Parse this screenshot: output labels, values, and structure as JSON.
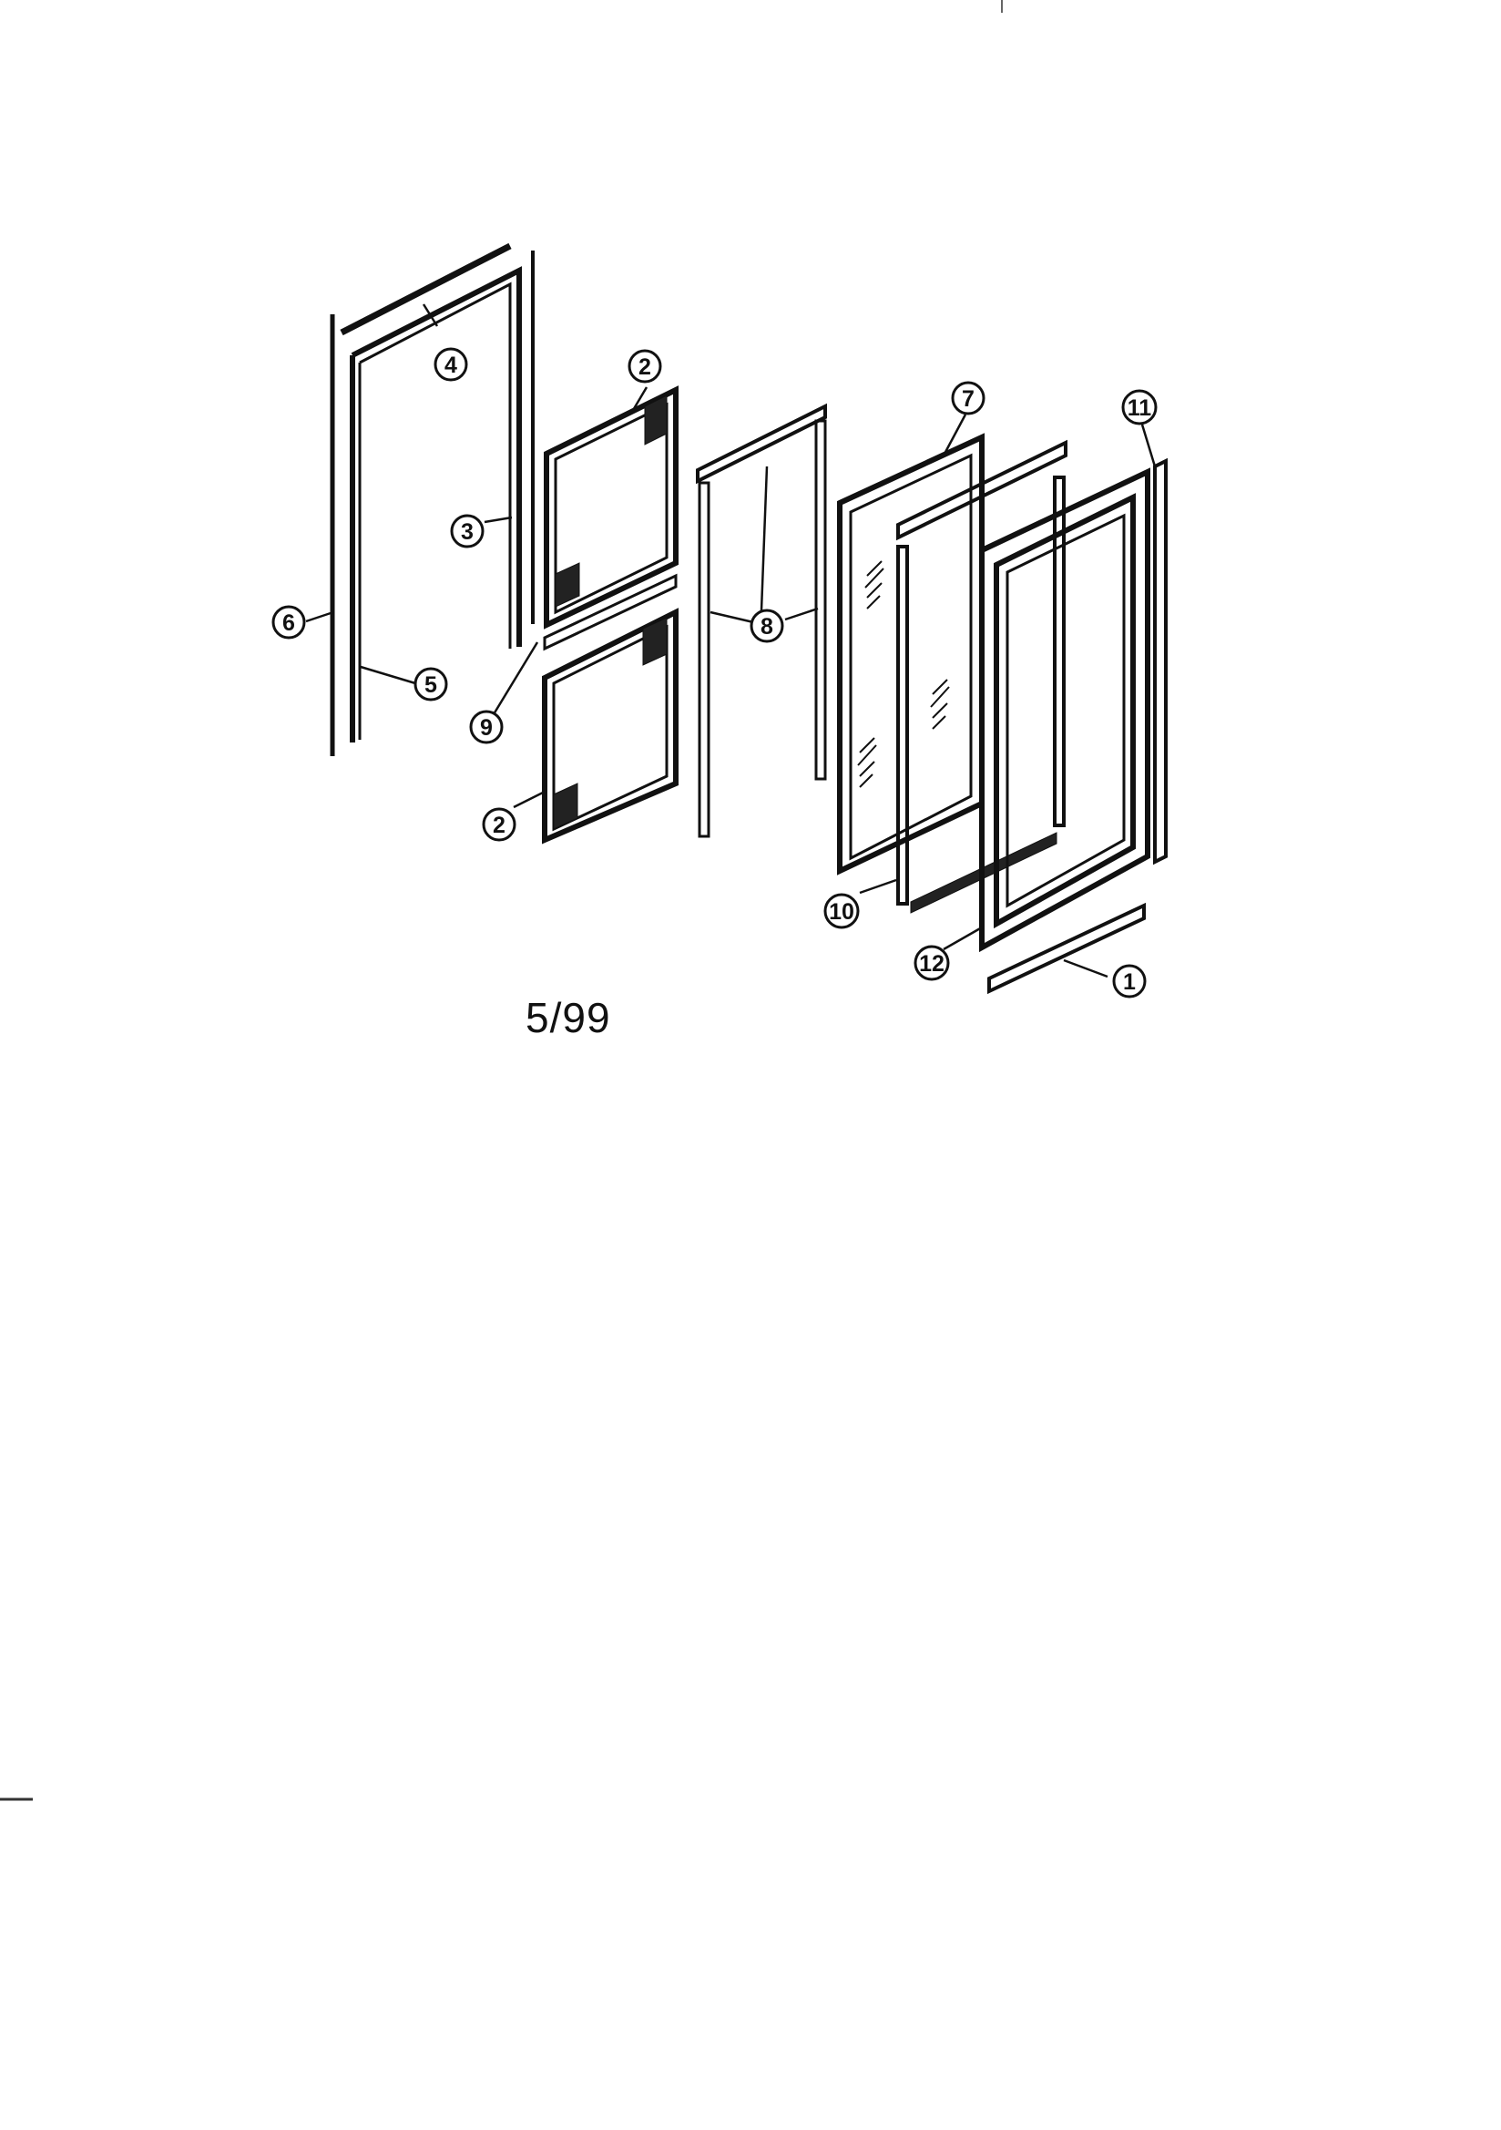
{
  "diagram": {
    "caption": "5/99",
    "callouts": [
      {
        "id": "c1",
        "label": "1"
      },
      {
        "id": "c2a",
        "label": "2"
      },
      {
        "id": "c2b",
        "label": "2"
      },
      {
        "id": "c3",
        "label": "3"
      },
      {
        "id": "c4",
        "label": "4"
      },
      {
        "id": "c5",
        "label": "5"
      },
      {
        "id": "c6",
        "label": "6"
      },
      {
        "id": "c7",
        "label": "7"
      },
      {
        "id": "c8",
        "label": "8"
      },
      {
        "id": "c9",
        "label": "9"
      },
      {
        "id": "c10",
        "label": "10"
      },
      {
        "id": "c11",
        "label": "11"
      },
      {
        "id": "c12",
        "label": "12"
      }
    ]
  }
}
